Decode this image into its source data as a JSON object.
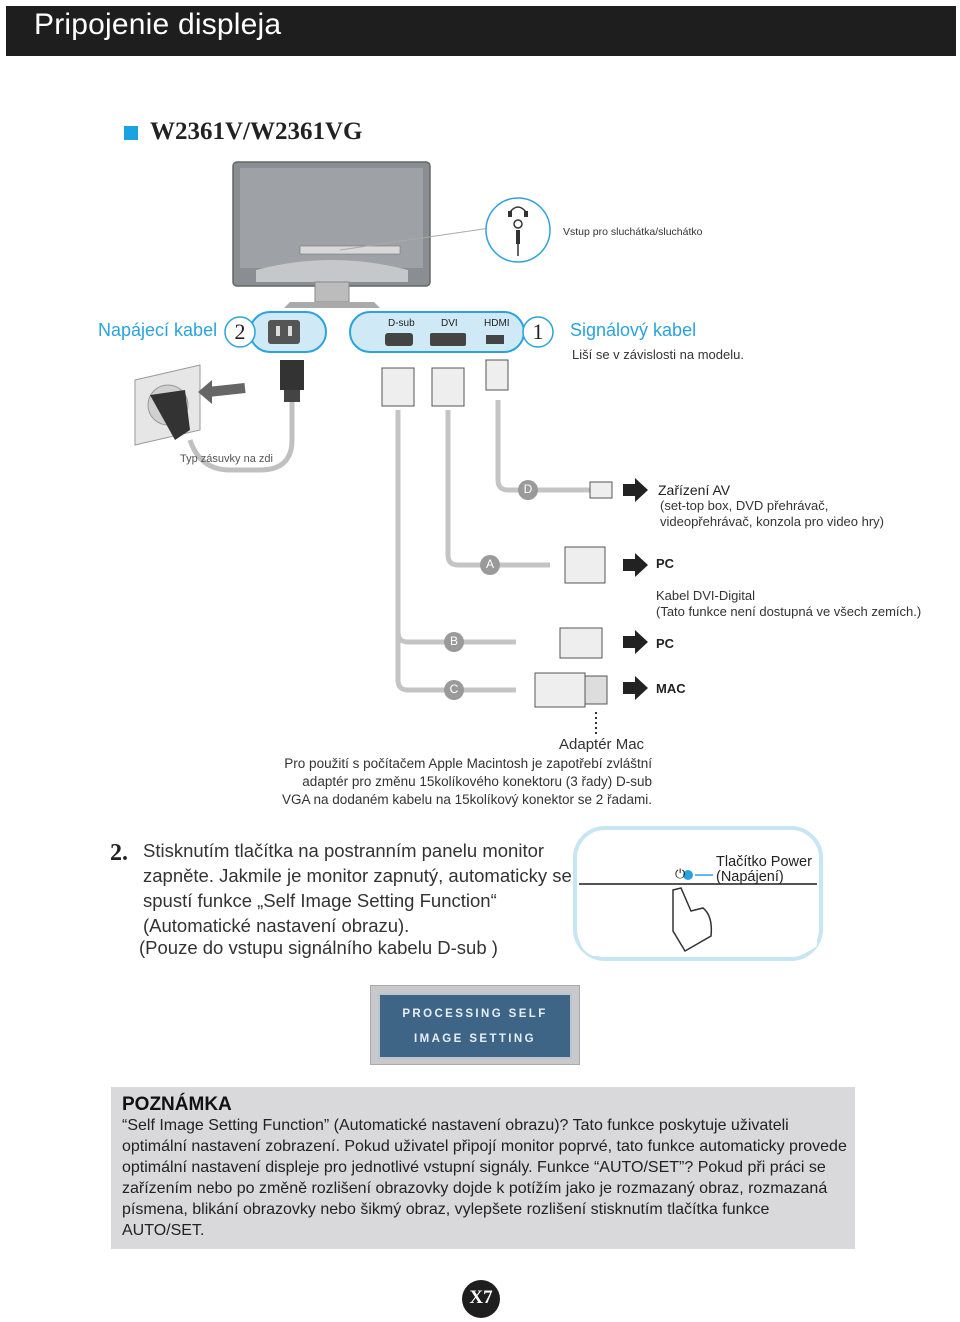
{
  "header": {
    "title": "Pripojenie displeja"
  },
  "model": {
    "name": "W2361V/W2361VG"
  },
  "diagram": {
    "headphone_label": "Vstup pro sluchátka/sluchátko",
    "power_cable_label": "Napájecí kabel",
    "power_number": "2",
    "signal_number": "1",
    "signal_cable_label": "Signálový kabel",
    "signal_cable_note": "Liší se v závislosti na modelu.",
    "port_dsub": "D-sub",
    "port_dvi": "DVI",
    "port_hdmi": "HDMI",
    "outlet_label": "Typ zásuvky na zdi",
    "letter_d": "D",
    "letter_a": "A",
    "letter_b": "B",
    "letter_c": "C",
    "av_title": "Zařízení AV",
    "av_line1": "(set-top box, DVD přehrávač,",
    "av_line2": "videopřehrávač, konzola pro video hry)",
    "pc_label_a": "PC",
    "dvi_digital_title": "Kabel DVI-Digital",
    "dvi_digital_note": "(Tato funkce není dostupná ve všech zemích.)",
    "pc_label_b": "PC",
    "mac_label": "MAC",
    "mac_adapter_title": "Adaptér Mac",
    "mac_adapter_line1": "Pro použití s počítačem Apple Macintosh je zapotřebí zvláštní",
    "mac_adapter_line2": "adaptér pro změnu 15kolíkového konektoru (3  řady) D-sub",
    "mac_adapter_line3": "VGA na dodaném kabelu na 15kolíkový konektor se 2  řadami."
  },
  "step2": {
    "number": "2.",
    "text": "Stisknutím tlačítka na postranním panelu monitor zapněte. Jakmile je monitor zapnutý, automaticky se spustí funkce „Self Image Setting Function“ (Automatické nastavení obrazu).",
    "note": "(Pouze do vstupu signálního kabelu D-sub )",
    "power_label_1": "Tlačítko Power",
    "power_label_2": "(Napájení)"
  },
  "processing": {
    "line1": "PROCESSING SELF",
    "line2": "IMAGE SETTING"
  },
  "note": {
    "title": "POZNÁMKA",
    "body": "“Self Image Setting Function” (Automatické nastavení obrazu)? Tato funkce poskytuje uživateli optimální nastavení zobrazení. Pokud uživatel připojí monitor poprvé, tato funkce automaticky provede optimální nastavení displeje pro jednotlivé vstupní signály. Funkce “AUTO/SET”? Pokud při práci se zařízením nebo po změně rozlišení obrazovky dojde k  potížím jako je rozmazaný obraz, rozmazaná písmena, blikání obrazovky nebo šikmý obraz, vylepšete rozlišení stisknutím tlačítka funkce AUTO/SET."
  },
  "page": {
    "number": "X7"
  },
  "colors": {
    "accent": "#2aa3dd",
    "header_bg": "#1e1e1e",
    "note_bg": "#d9d9db",
    "osd_bg": "#3f6586"
  }
}
